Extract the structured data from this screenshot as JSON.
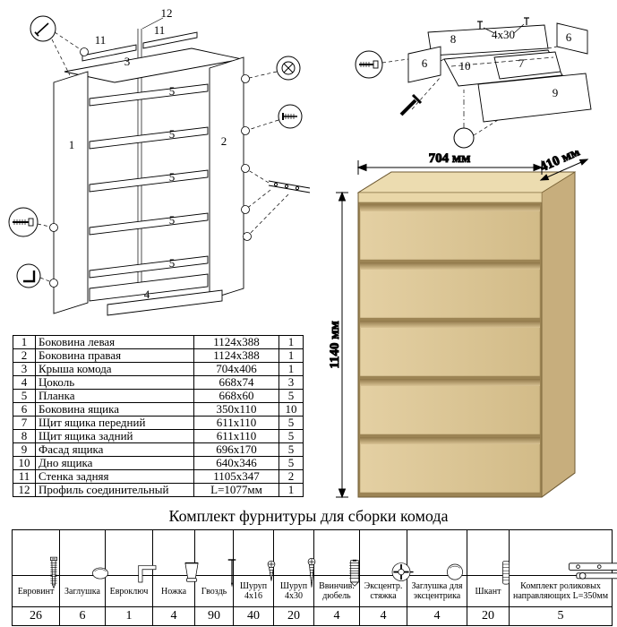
{
  "hardware_title": "Комплект фурнитуры для сборки комода",
  "chest": {
    "width_label": "704 мм",
    "depth_label": "410 мм",
    "height_label": "1140 мм"
  },
  "carcass_diagram": {
    "labels": [
      "12",
      "11",
      "11",
      "3",
      "1",
      "2",
      "5",
      "5",
      "5",
      "5",
      "5",
      "4"
    ],
    "callout_icons": [
      "screw-icon",
      "euroscrew-icon",
      "bracket-icon",
      "phillips-head-icon",
      "screw-side-icon",
      "drawer-rail-icon"
    ]
  },
  "drawer_diagram": {
    "labels": [
      "8",
      "4х30",
      "6",
      "6",
      "10",
      "7",
      "9"
    ],
    "callout_icons": [
      "euroscrew-icon",
      "screw-icon",
      "assembly-point-icon"
    ]
  },
  "parts_table": {
    "rows": [
      {
        "num": "1",
        "name": "Боковина левая",
        "size": "1124x388",
        "qty": "1"
      },
      {
        "num": "2",
        "name": "Боковина правая",
        "size": "1124x388",
        "qty": "1"
      },
      {
        "num": "3",
        "name": "Крыша комода",
        "size": "704x406",
        "qty": "1"
      },
      {
        "num": "4",
        "name": "Цоколь",
        "size": "668x74",
        "qty": "3"
      },
      {
        "num": "5",
        "name": "Планка",
        "size": "668x60",
        "qty": "5"
      },
      {
        "num": "6",
        "name": "Боковина ящика",
        "size": "350x110",
        "qty": "10"
      },
      {
        "num": "7",
        "name": "Щит ящика передний",
        "size": "611x110",
        "qty": "5"
      },
      {
        "num": "8",
        "name": "Щит ящика задний",
        "size": "611x110",
        "qty": "5"
      },
      {
        "num": "9",
        "name": "Фасад ящика",
        "size": "696x170",
        "qty": "5"
      },
      {
        "num": "10",
        "name": "Дно ящика",
        "size": "640x346",
        "qty": "5"
      },
      {
        "num": "11",
        "name": "Стенка задняя",
        "size": "1105x347",
        "qty": "2"
      },
      {
        "num": "12",
        "name": "Профиль соединительный",
        "size": "L=1077мм",
        "qty": "1"
      }
    ]
  },
  "hardware_table": {
    "items": [
      {
        "name": "Евровинт",
        "qty": "26",
        "icon": "euroscrew-icon"
      },
      {
        "name": "Заглушка",
        "qty": "6",
        "icon": "plug-icon"
      },
      {
        "name": "Евроключ",
        "qty": "1",
        "icon": "hexkey-icon"
      },
      {
        "name": "Ножка",
        "qty": "4",
        "icon": "leg-icon"
      },
      {
        "name": "Гвоздь",
        "qty": "90",
        "icon": "nail-icon"
      },
      {
        "name": "Шуруп 4х16",
        "qty": "40",
        "icon": "screw-short-icon"
      },
      {
        "name": "Шуруп 4х30",
        "qty": "20",
        "icon": "screw-long-icon"
      },
      {
        "name": "Ввинчив. дюбель",
        "qty": "4",
        "icon": "dowel-screw-icon"
      },
      {
        "name": "Эксцентр. стяжка",
        "qty": "4",
        "icon": "cam-lock-icon"
      },
      {
        "name": "Заглушка для эксцентрика",
        "qty": "4",
        "icon": "cam-cap-icon"
      },
      {
        "name": "Шкант",
        "qty": "20",
        "icon": "wood-dowel-icon"
      },
      {
        "name": "Комплект роликовых направляющих L=350мм",
        "qty": "5",
        "icon": "drawer-slide-icon"
      }
    ]
  },
  "colors": {
    "wood_front": "#d8c293",
    "wood_side": "#c7ae7d",
    "wood_top": "#ecdcb0",
    "line": "#000000"
  }
}
